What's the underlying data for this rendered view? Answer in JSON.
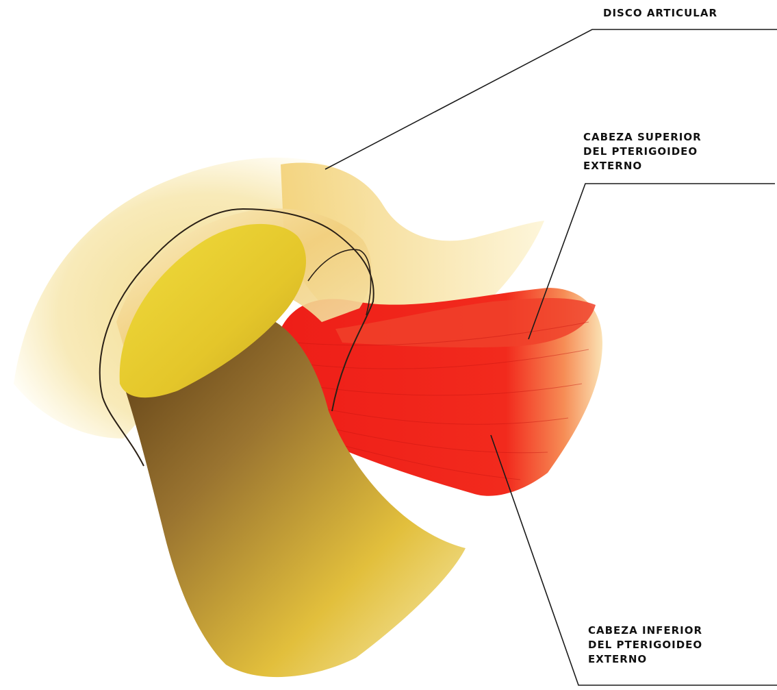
{
  "labels": {
    "disco": {
      "lines": [
        "DISCO ARTICULAR"
      ]
    },
    "superior": {
      "lines": [
        "CABEZA SUPERIOR",
        "DEL PTERIGOIDEO",
        "EXTERNO"
      ]
    },
    "inferior": {
      "lines": [
        "CABEZA INFERIOR",
        "DEL PTERIGOIDEO",
        "EXTERNO"
      ]
    }
  },
  "colors": {
    "bone_light": "#f7e7a8",
    "bone_mid": "#e8c94a",
    "bone_dark": "#6b4a1c",
    "condyle": "#e9d432",
    "muscle": "#f0221a",
    "muscle_light": "#f6a35a",
    "disc": "#f3d58a",
    "leader": "#1a1a1a"
  }
}
